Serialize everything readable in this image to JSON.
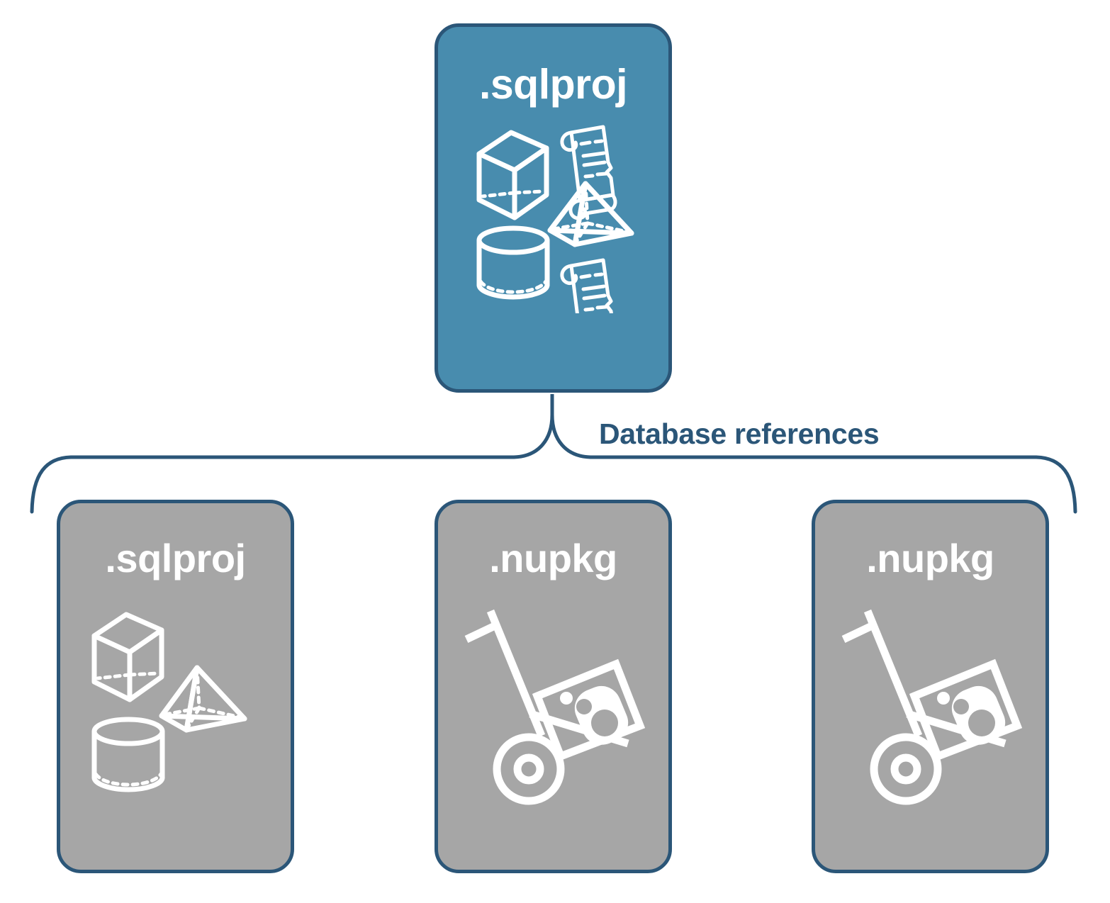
{
  "diagram": {
    "title": "Database references",
    "colors": {
      "accent_teal": "#488CAE",
      "card_gray": "#A6A6A6",
      "outline_navy": "#2B5678",
      "icon_white": "#FFFFFF",
      "background": "#FFFFFF"
    },
    "root_node": {
      "label": ".sqlproj",
      "fill": "#488CAE",
      "icons": [
        "cube-icon",
        "pyramid-icon",
        "cylinder-icon",
        "scroll-icon",
        "scroll-icon"
      ]
    },
    "connector": {
      "label": "Database references",
      "style": "curly-brace",
      "color": "#2B5678"
    },
    "referenced_nodes": [
      {
        "label": ".sqlproj",
        "fill": "#A6A6A6",
        "icons": [
          "cube-icon",
          "pyramid-icon",
          "cylinder-icon"
        ]
      },
      {
        "label": ".nupkg",
        "fill": "#A6A6A6",
        "icons": [
          "hand-truck-package-icon"
        ]
      },
      {
        "label": ".nupkg",
        "fill": "#A6A6A6",
        "icons": [
          "hand-truck-package-icon"
        ]
      }
    ]
  }
}
